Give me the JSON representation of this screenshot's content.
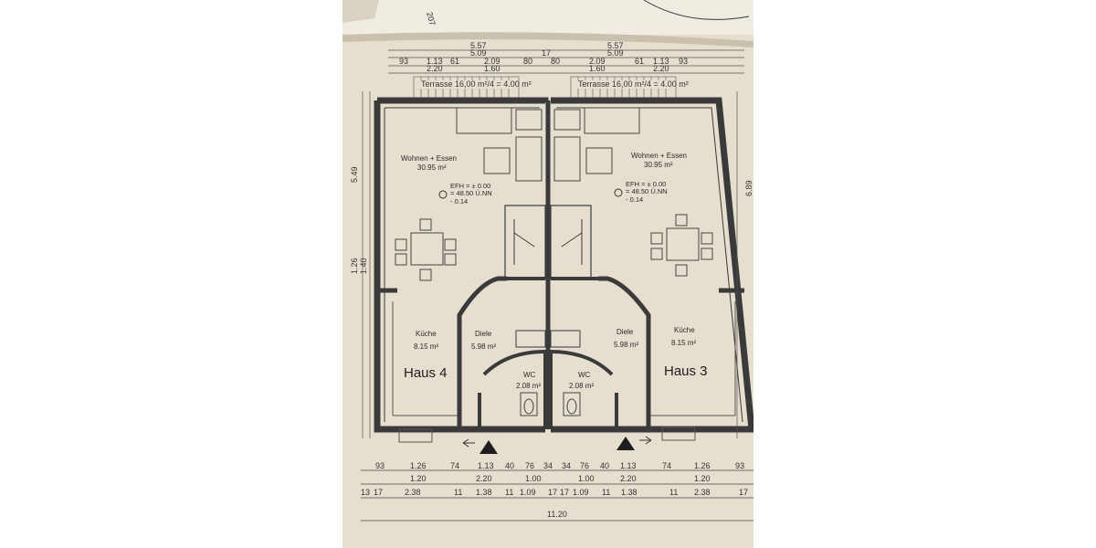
{
  "plan": {
    "haus_left": "Haus 4",
    "haus_right": "Haus 3",
    "terrace": "Terrasse 16,00 m²/4 = 4.00 m²",
    "rooms": {
      "living": "Wohnen + Essen",
      "living_area": "30.95 m²",
      "kitchen": "Küche",
      "kitchen_area": "8.15 m²",
      "hall": "Diele",
      "hall_area": "5.98 m²",
      "wc": "WC",
      "wc_area": "2.08 m²"
    },
    "efh": [
      "EFH = ± 0.00",
      "= 48.50 Ü.NN",
      "- 0.14"
    ],
    "top_dims": {
      "row1": [
        "5.57",
        "5.57"
      ],
      "row2": [
        "5.09",
        "17",
        "5.09"
      ],
      "row3": [
        "93",
        "1.13",
        "61",
        "2.09",
        "80",
        "80",
        "2.09",
        "61",
        "1.13",
        "93"
      ],
      "row4": [
        "2.20",
        "1.60",
        "1.60",
        "2.20"
      ]
    },
    "side_dims": {
      "left": [
        "5.49",
        "1.26",
        "1.40"
      ],
      "right": [
        "6.89"
      ]
    },
    "bottom_dims": {
      "row1": [
        "93",
        "1.26",
        "74",
        "1.13",
        "40",
        "76",
        "34",
        "34",
        "76",
        "40",
        "1.13",
        "74",
        "1.26",
        "93"
      ],
      "row2": [
        "1.20",
        "2.20",
        "1.00",
        "1.00",
        "2.20",
        "1.20"
      ],
      "row3": [
        "13",
        "17",
        "2.38",
        "11",
        "1.38",
        "11",
        "1.09",
        "17",
        "17",
        "1.09",
        "11",
        "1.38",
        "11",
        "2.38",
        "17"
      ],
      "total": "11.20"
    },
    "corner_text": "207"
  }
}
